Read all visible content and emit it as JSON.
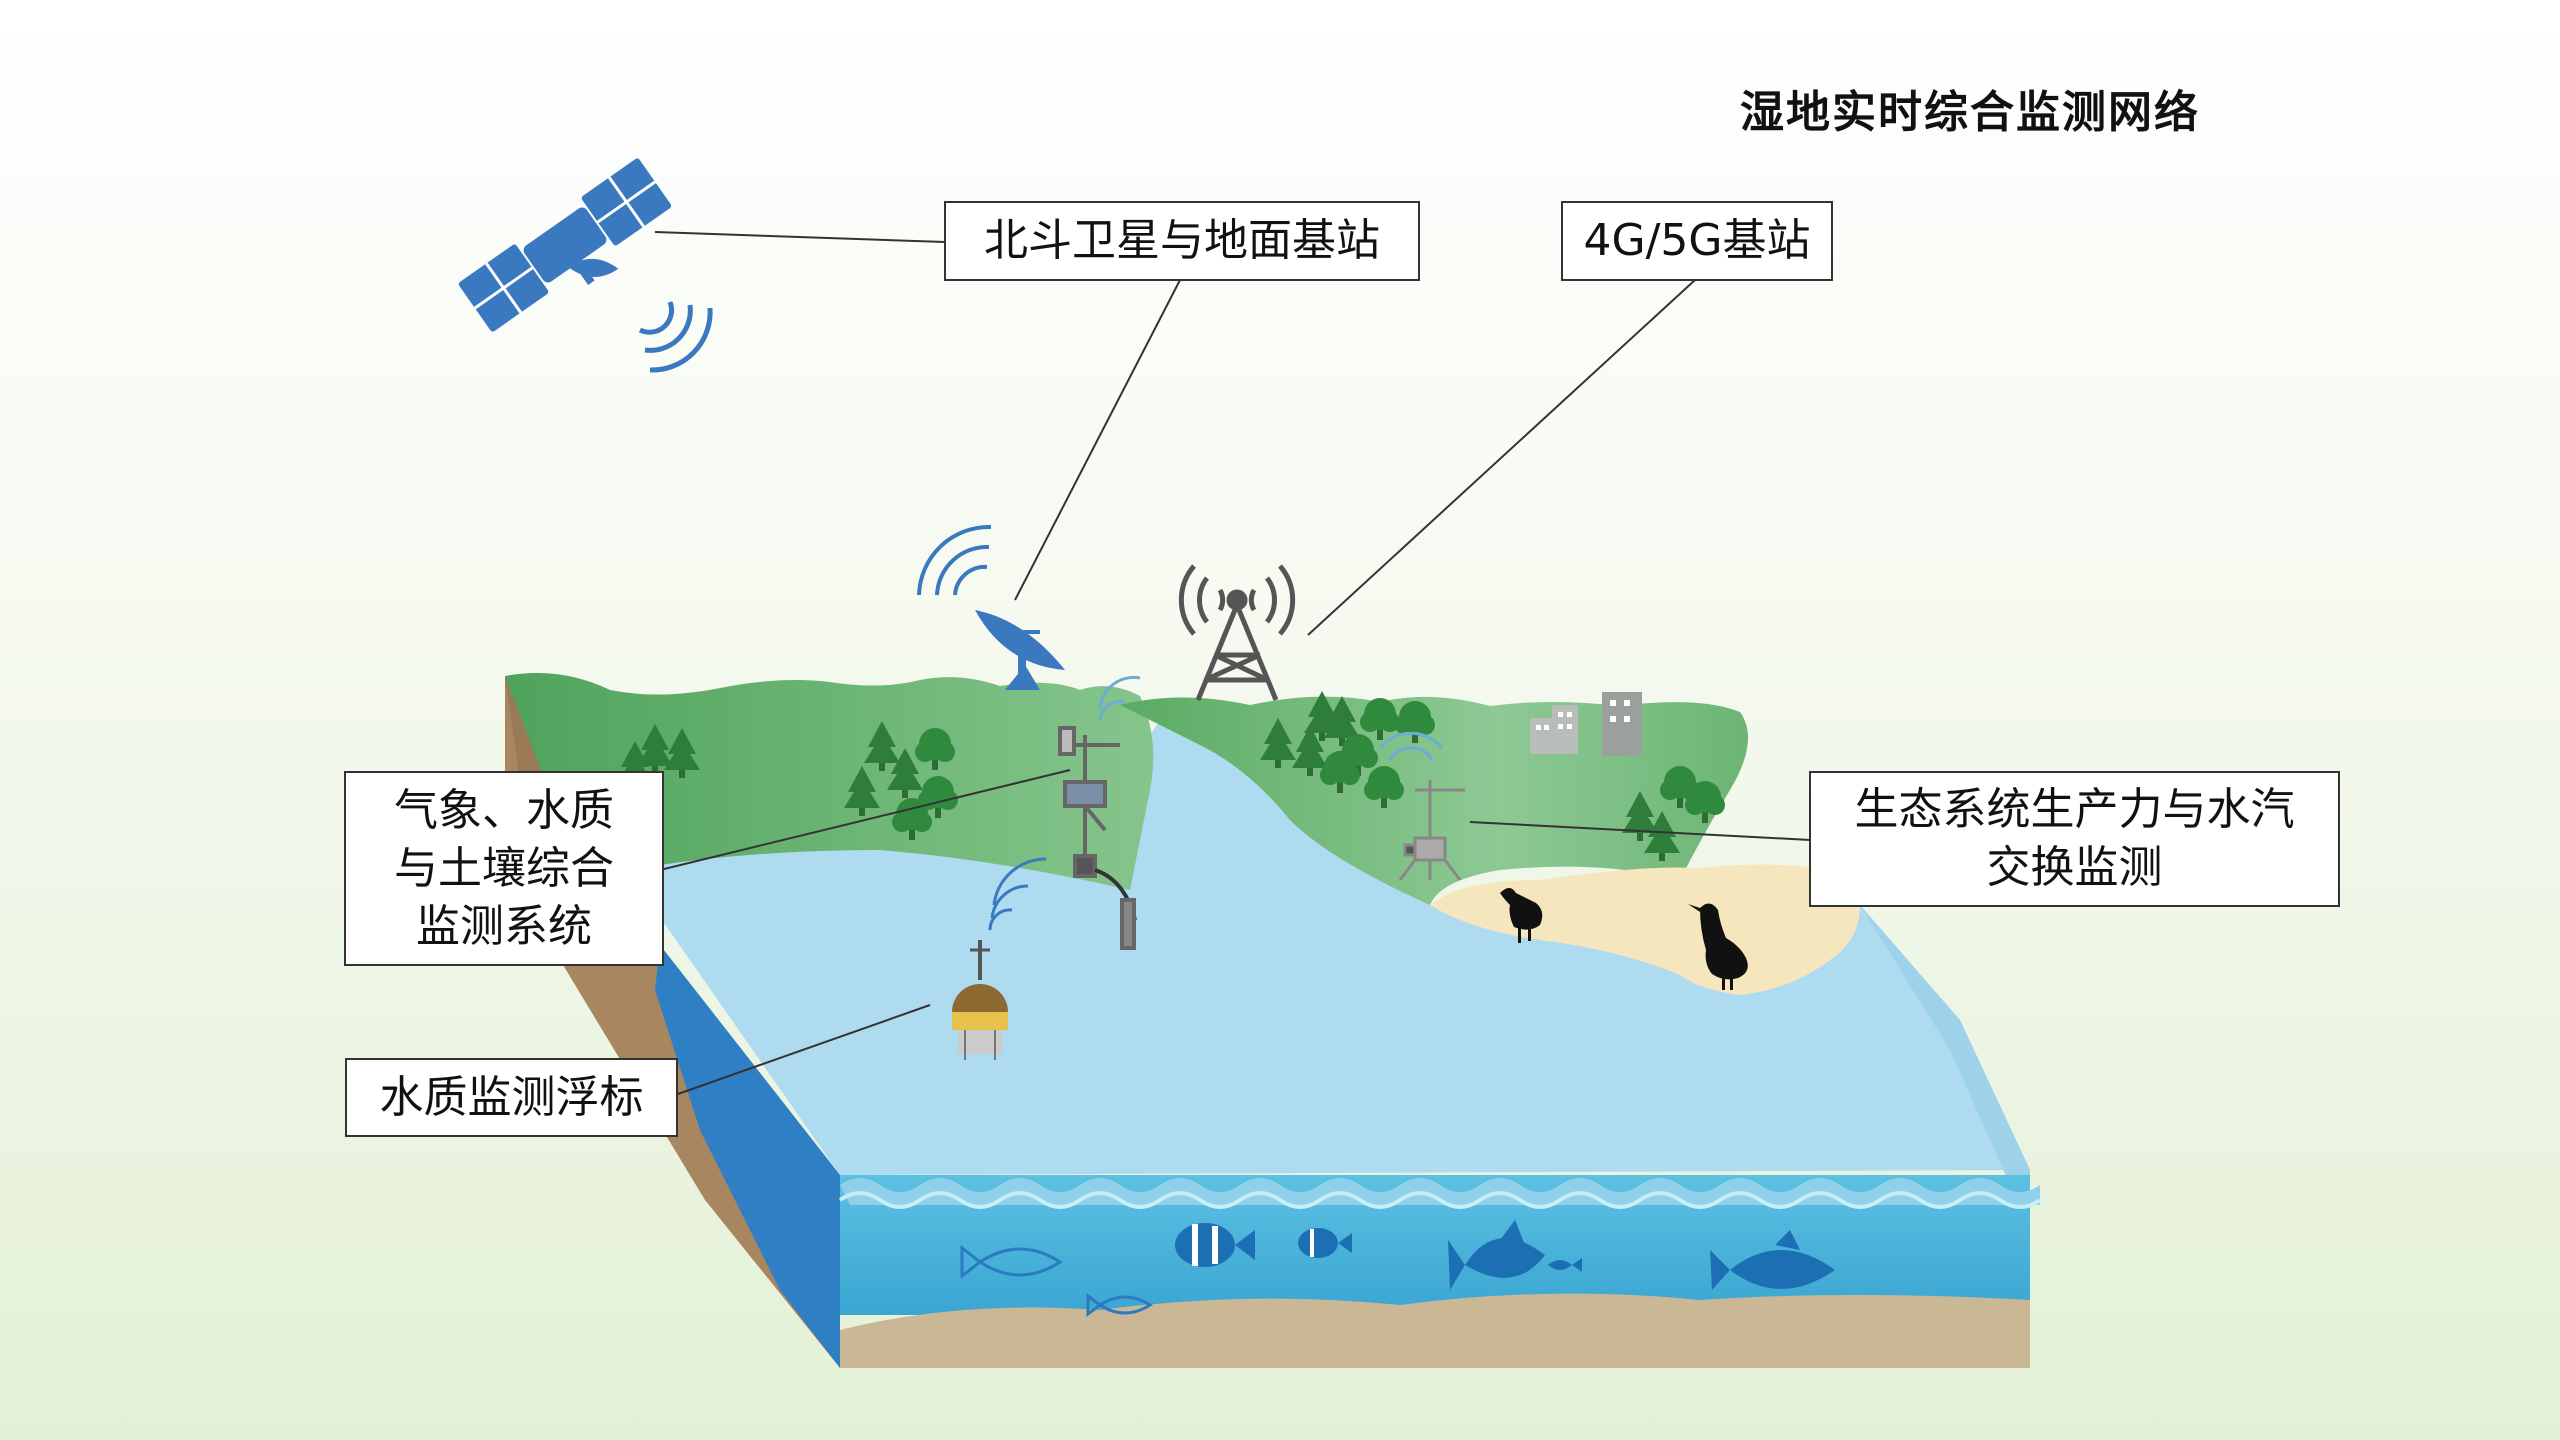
{
  "title": "湿地实时综合监测网络",
  "labels": {
    "beidou": "北斗卫星与地面基站",
    "cellular": "4G/5G基站",
    "weather_line1": "气象、水质",
    "weather_line2": "与土壤综合",
    "weather_line3": "监测系统",
    "buoy": "水质监测浮标",
    "eco_line1": "生态系统生产力与水汽",
    "eco_line2": "交换监测"
  },
  "colors": {
    "satellite": "#3a78c0",
    "land_green": "#5fae6a",
    "water_surface": "#aedbf0",
    "water_deep": "#4cb6dc",
    "soil": "#a8865f",
    "sand": "#f5e6bd",
    "fish": "#1d6fb3"
  }
}
